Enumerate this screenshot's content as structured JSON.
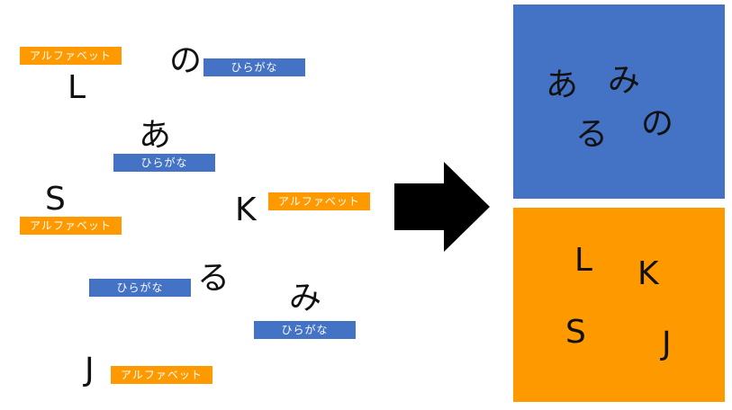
{
  "labels": {
    "hiragana": "ひらがな",
    "alphabet": "アルファベット"
  },
  "colors": {
    "hiragana_tag": "#4472c4",
    "alphabet_tag": "#ff9900",
    "arrow": "#000000"
  },
  "left_items": {
    "L": "L",
    "no": "の",
    "a": "あ",
    "S": "S",
    "K": "K",
    "ru": "る",
    "mi": "み",
    "J": "J"
  },
  "hiragana_group": {
    "a": "あ",
    "mi": "み",
    "ru": "る",
    "no": "の"
  },
  "alphabet_group": {
    "L": "L",
    "K": "K",
    "S": "S",
    "J": "J"
  }
}
